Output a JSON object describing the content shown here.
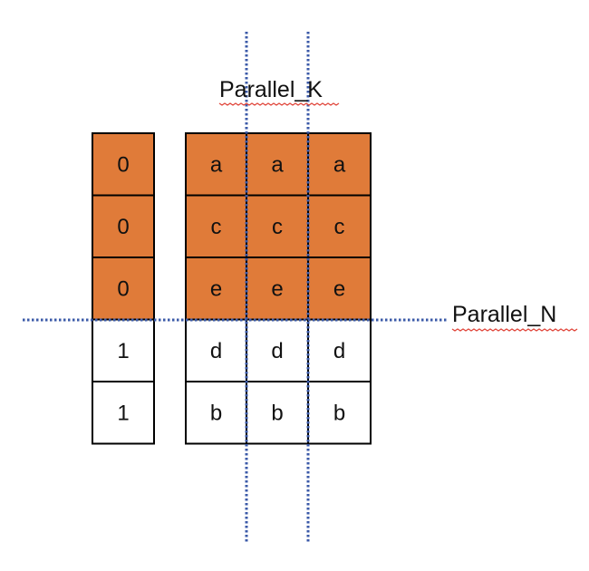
{
  "labels": {
    "parallel_k": "Parallel_K",
    "parallel_n": "Parallel_N"
  },
  "left_column": [
    "0",
    "0",
    "0",
    "1",
    "1"
  ],
  "matrix": [
    [
      "a",
      "a",
      "a"
    ],
    [
      "c",
      "c",
      "c"
    ],
    [
      "e",
      "e",
      "e"
    ],
    [
      "d",
      "d",
      "d"
    ],
    [
      "b",
      "b",
      "b"
    ]
  ],
  "highlight_rows": 3,
  "colors": {
    "highlight": "#E07B39",
    "plain": "#FFFFFF",
    "border": "#000000",
    "divider": "#3B5AA8",
    "squiggle": "#E0453A"
  }
}
